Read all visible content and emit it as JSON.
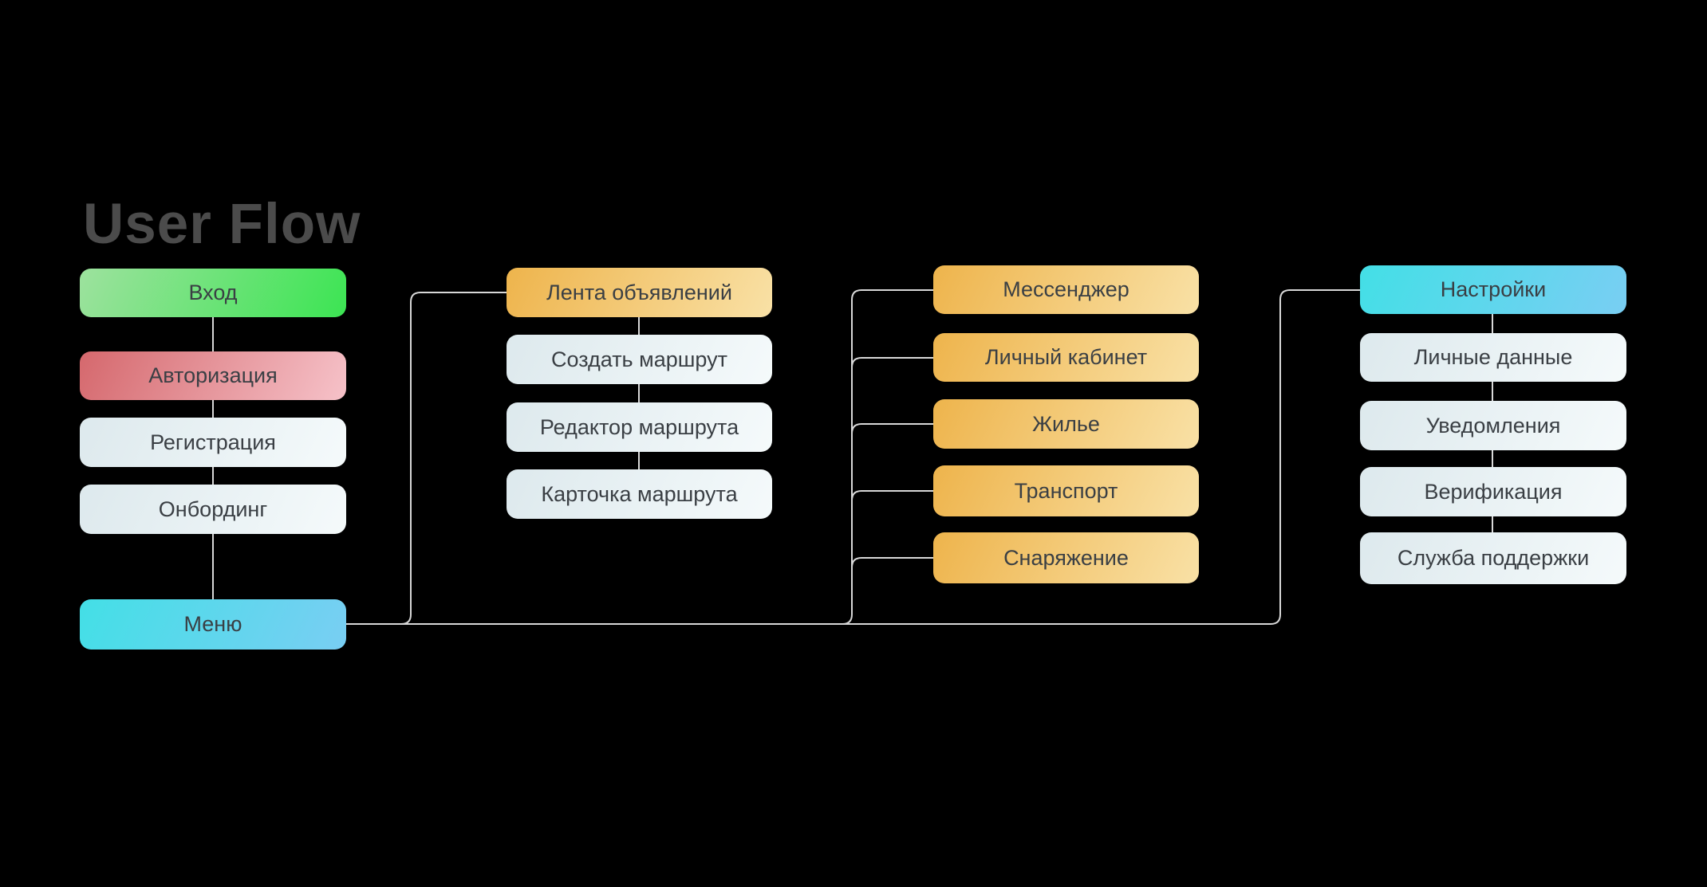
{
  "title": "User Flow",
  "colors": {
    "background": "#000000",
    "title_text": "#4b4b4b",
    "node_text": "#3a3f44",
    "connector_line": "#d8d8d8",
    "green_gradient": [
      "#9de29e",
      "#3ce453"
    ],
    "red_gradient": [
      "#d5686d",
      "#f6c2c9"
    ],
    "light_gradient": [
      "#dde9ed",
      "#f5fafb"
    ],
    "cyan_gradient": [
      "#43dfe6",
      "#79cef3"
    ],
    "orange_gradient": [
      "#eeb44c",
      "#f9e1a6"
    ]
  },
  "columns": [
    {
      "name": "auth-column",
      "nodes": [
        {
          "label": "Вход",
          "style": "green"
        },
        {
          "label": "Авторизация",
          "style": "red"
        },
        {
          "label": "Регистрация",
          "style": "light"
        },
        {
          "label": "Онбординг",
          "style": "light"
        },
        {
          "label": "Меню",
          "style": "cyan"
        }
      ]
    },
    {
      "name": "routes-column",
      "nodes": [
        {
          "label": "Лента объявлений",
          "style": "orange"
        },
        {
          "label": "Создать маршрут",
          "style": "light"
        },
        {
          "label": "Редактор маршрута",
          "style": "light"
        },
        {
          "label": "Карточка маршрута",
          "style": "light"
        }
      ]
    },
    {
      "name": "services-column",
      "nodes": [
        {
          "label": "Мессенджер",
          "style": "orange"
        },
        {
          "label": "Личный кабинет",
          "style": "orange"
        },
        {
          "label": "Жилье",
          "style": "orange"
        },
        {
          "label": "Транспорт",
          "style": "orange"
        },
        {
          "label": "Снаряжение",
          "style": "orange"
        }
      ]
    },
    {
      "name": "settings-column",
      "nodes": [
        {
          "label": "Настройки",
          "style": "cyan"
        },
        {
          "label": "Личные данные",
          "style": "light"
        },
        {
          "label": "Уведомления",
          "style": "light"
        },
        {
          "label": "Верификация",
          "style": "light"
        },
        {
          "label": "Служба поддержки",
          "style": "light"
        }
      ]
    }
  ]
}
